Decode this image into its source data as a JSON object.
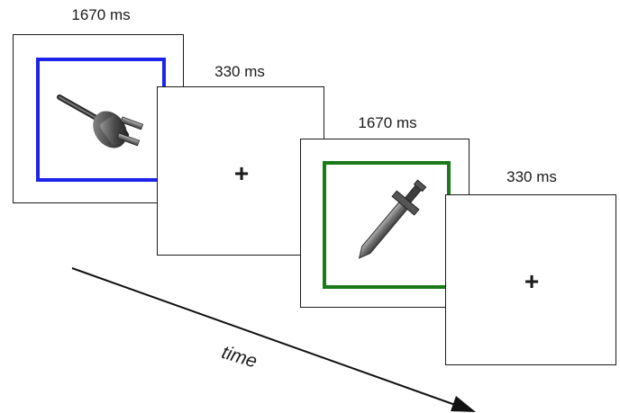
{
  "screens": [
    {
      "duration": "1670 ms",
      "content": "plug-icon",
      "frame_color": "#1d24ea"
    },
    {
      "duration": "330 ms",
      "content": "+"
    },
    {
      "duration": "1670 ms",
      "content": "sword-icon",
      "frame_color": "#1a7a1a"
    },
    {
      "duration": "330 ms",
      "content": "+"
    }
  ],
  "axis": {
    "label": "time"
  }
}
